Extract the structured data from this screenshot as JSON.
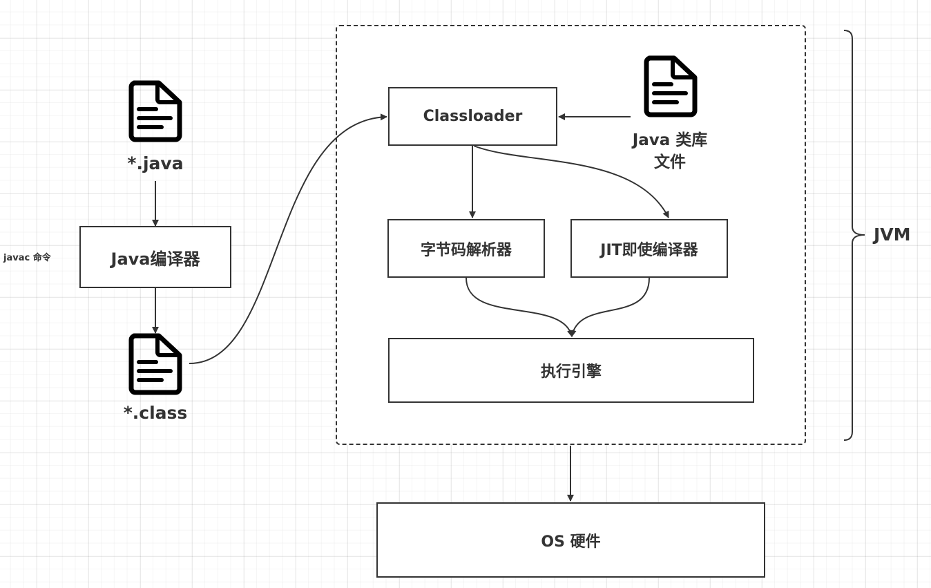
{
  "diagram": {
    "title": "JVM architecture",
    "nodes": {
      "java_source": {
        "label": "*.java",
        "icon": "document-icon"
      },
      "javac_command": {
        "label": "javac 命令"
      },
      "java_compiler": {
        "label": "Java编译器"
      },
      "class_file": {
        "label": "*.class",
        "icon": "document-icon"
      },
      "classloader": {
        "label": "Classloader"
      },
      "java_library": {
        "label_line1": "Java 类库",
        "label_line2": "文件",
        "icon": "document-icon"
      },
      "bytecode_interpreter": {
        "label": "字节码解析器"
      },
      "jit_compiler": {
        "label": "JIT即使编译器"
      },
      "execution_engine": {
        "label": "执行引擎"
      },
      "os_hardware": {
        "label": "OS 硬件"
      }
    },
    "group": {
      "label": "JVM",
      "style": "dashed"
    },
    "edges": [
      {
        "from": "java_source",
        "to": "java_compiler"
      },
      {
        "from": "java_compiler",
        "to": "class_file"
      },
      {
        "from": "class_file",
        "to": "classloader"
      },
      {
        "from": "java_library",
        "to": "classloader"
      },
      {
        "from": "classloader",
        "to": "bytecode_interpreter"
      },
      {
        "from": "classloader",
        "to": "jit_compiler"
      },
      {
        "from": "bytecode_interpreter",
        "to": "execution_engine"
      },
      {
        "from": "jit_compiler",
        "to": "execution_engine"
      },
      {
        "from": "jvm",
        "to": "os_hardware"
      }
    ],
    "colors": {
      "stroke": "#333333",
      "icon": "#000000",
      "background": "#ffffff",
      "grid": "#ececec"
    }
  }
}
